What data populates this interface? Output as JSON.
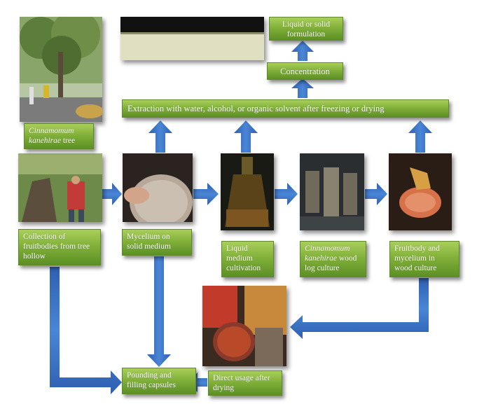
{
  "nodes": {
    "formulation": "Liquid or solid formulation",
    "concentration": "Concentration",
    "extraction": "Extraction with water, alcohol, or organic solvent after freezing  or drying",
    "tree_italic": "Cinnamomum kanehirae",
    "tree_rest": " tree",
    "collection": "Collection of fruitbodies from tree hollow",
    "mycelium": "Mycelium on solid medium",
    "liquid": "Liquid medium cultivation",
    "woodlog_italic": "Cinnamomum kanehirae",
    "woodlog_rest": " wood log culture",
    "fruitbody": "Fruitbody  and mycelium in wood culture",
    "pounding": "Pounding and filling capsules",
    "direct": "Direct usage after drying"
  },
  "colors": {
    "box_top": "#a9cf5a",
    "box_bottom": "#5c8f25",
    "arrow": "#3d72c2"
  }
}
